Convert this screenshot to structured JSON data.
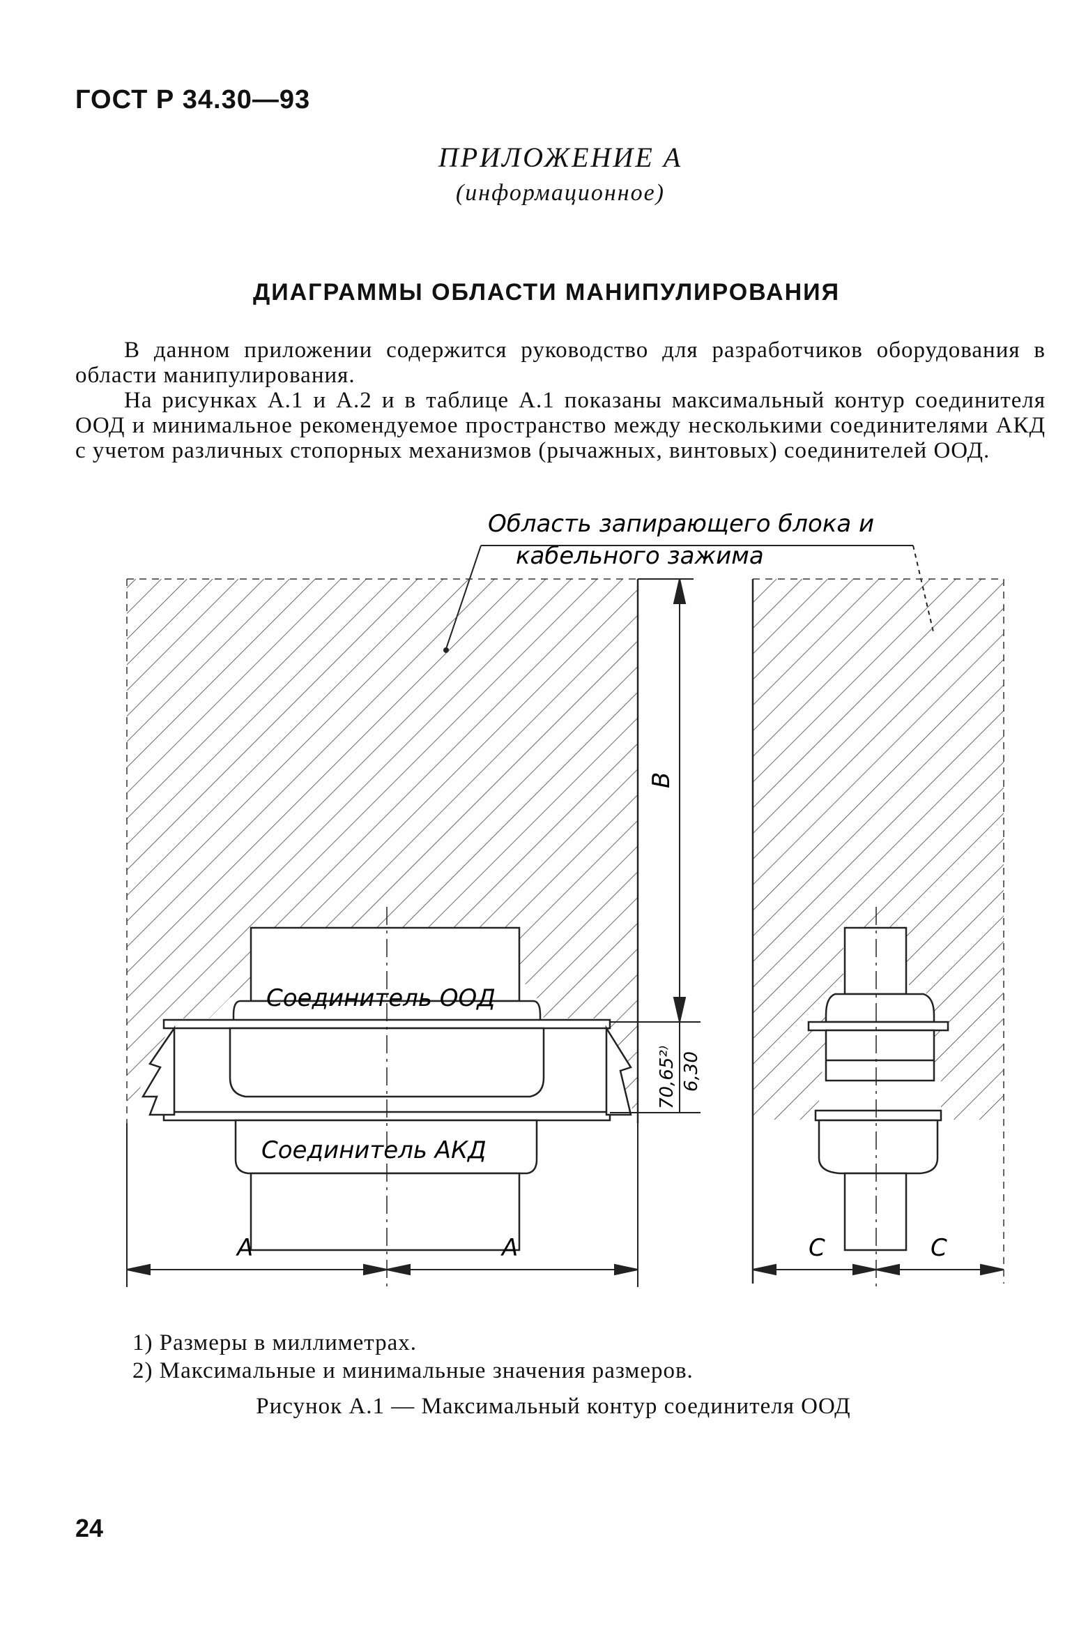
{
  "header": {
    "doc_id": "ГОСТ Р 34.30—93"
  },
  "appendix": {
    "title": "ПРИЛОЖЕНИЕ А",
    "subtitle": "(информационное)"
  },
  "section": {
    "heading": "ДИАГРАММЫ ОБЛАСТИ МАНИПУЛИРОВАНИЯ"
  },
  "body": {
    "paragraph1": "В данном приложении содержится руководство для разработчиков оборудования в области манипулирования.",
    "paragraph2": "На рисунках А.1 и А.2 и в таблице А.1 показаны максимальный контур соединителя ООД и минимальное рекомендуемое пространство между несколькими соединителями АКД с учетом различных стопорных механизмов (рычажных, винтовых) соединителей ООД."
  },
  "figure": {
    "callout_line1": "Область запирающего блока и",
    "callout_line2": "кабельного зажима",
    "dte_label": "Соединитель ООД",
    "dce_label": "Соединитель АКД",
    "dim_b": "B",
    "dim_max": "70,65²⁾",
    "dim_min": "6,30",
    "dim_a_left": "A",
    "dim_a_right": "A",
    "dim_c_left": "C",
    "dim_c_right": "C"
  },
  "notes": [
    "1) Размеры в миллиметрах.",
    "2) Максимальные и минимальные значения размеров."
  ],
  "caption": "Рисунок А.1 — Максимальный контур соединителя ООД",
  "page_number": "24"
}
